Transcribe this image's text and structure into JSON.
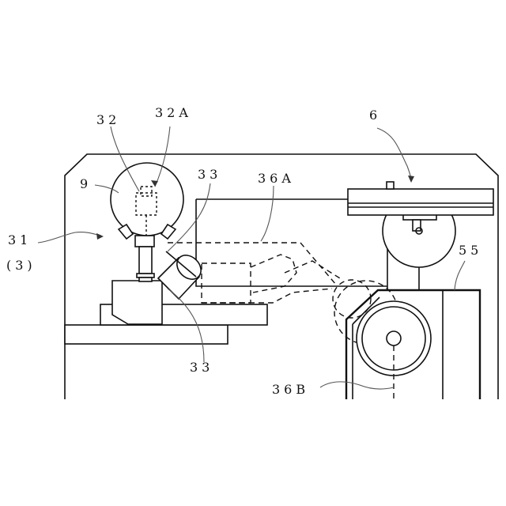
{
  "figure": {
    "labels": {
      "ref_32": "32",
      "ref_32A": "32A",
      "ref_6": "6",
      "ref_9": "9",
      "ref_33_top": "33",
      "ref_36A": "36A",
      "ref_31": "31",
      "ref_3": "(3)",
      "ref_55": "55",
      "ref_33_bottom": "33",
      "ref_36B": "36B"
    }
  }
}
